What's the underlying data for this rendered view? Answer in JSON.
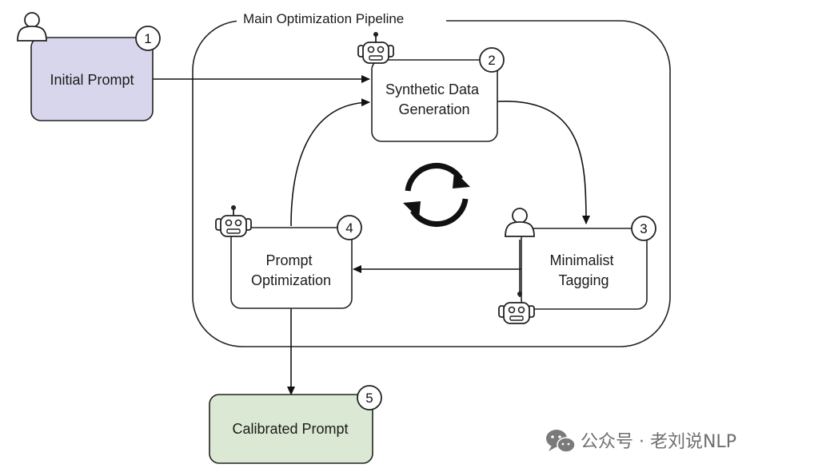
{
  "group": {
    "label": "Main Optimization Pipeline"
  },
  "nodes": {
    "initial": {
      "label_lines": [
        "Initial Prompt"
      ],
      "badge": "1",
      "fill": "#d8d6ec",
      "icon": "person-icon"
    },
    "synthetic": {
      "label_lines": [
        "Synthetic Data",
        "Generation"
      ],
      "badge": "2",
      "fill": "#ffffff",
      "icon": "robot-icon"
    },
    "tagging": {
      "label_lines": [
        "Minimalist",
        "Tagging"
      ],
      "badge": "3",
      "fill": "#ffffff",
      "icons": [
        "person-icon",
        "robot-icon"
      ]
    },
    "optimization": {
      "label_lines": [
        "Prompt",
        "Optimization"
      ],
      "badge": "4",
      "fill": "#ffffff",
      "icon": "robot-icon"
    },
    "calibrated": {
      "label_lines": [
        "Calibrated Prompt"
      ],
      "badge": "5",
      "fill": "#dbe8d3",
      "icon": null
    }
  },
  "edges": [
    {
      "from": "initial",
      "to": "synthetic"
    },
    {
      "from": "synthetic",
      "to": "tagging"
    },
    {
      "from": "tagging",
      "to": "optimization"
    },
    {
      "from": "optimization",
      "to": "synthetic"
    },
    {
      "from": "optimization",
      "to": "calibrated"
    }
  ],
  "cycle_icon": "refresh-cycle-icon",
  "watermark": {
    "icon": "wechat-icon",
    "text": "公众号 · 老刘说NLP"
  },
  "colors": {
    "stroke": "#222222",
    "initial_fill": "#d8d6ec",
    "calibrated_fill": "#dbe8d3",
    "watermark": "#6f6f6f"
  }
}
